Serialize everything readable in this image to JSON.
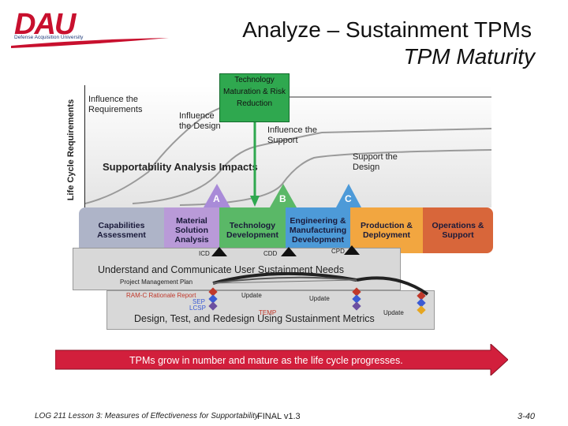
{
  "header": {
    "logo_text": "DAU",
    "logo_subtext": "Defense Acquisition University",
    "title": "Analyze – Sustainment TPMs",
    "subtitle": "TPM Maturity"
  },
  "diagram": {
    "y_axis_label": "Life Cycle Requirements",
    "curve_labels": {
      "influence_requirements": "Influence the Requirements",
      "influence_design": "Influence the Design",
      "influence_support": "Influence the Support",
      "support_design": "Support the Design"
    },
    "impacts_label": "Supportability Analysis Impacts",
    "tech_maturation_box": "Technology Maturation & Risk Reduction",
    "milestones": [
      "A",
      "B",
      "C"
    ],
    "phases": [
      {
        "label": "Capabilities Assessment",
        "color": "#aeb4c8"
      },
      {
        "label": "Material Solution Analysis",
        "color": "#b99ad8"
      },
      {
        "label": "Technology Development",
        "color": "#5ab867"
      },
      {
        "label": "Engineering & Manufacturing Development",
        "color": "#4d9ad8"
      },
      {
        "label": "Production & Deployment",
        "color": "#f2a640"
      },
      {
        "label": "Operations & Support",
        "color": "#d8663a"
      }
    ],
    "documents": {
      "icd": "ICD",
      "cdd": "CDD",
      "cpd": "CPD"
    },
    "needs_text": "Understand and Communicate User Sustainment Needs",
    "pmp_label": "Project Management Plan",
    "doc_list": [
      "RAM-C Rationale Report",
      "SEP",
      "LCSP"
    ],
    "update_1": "Update",
    "update_2": "Update",
    "update_3": "Update",
    "temp_label": "TEMP",
    "design_text": "Design, Test, and Redesign Using Sustainment Metrics",
    "arrow_text": "TPMs grow in number and mature as the life cycle progresses."
  },
  "footer": {
    "course": "LOG 211 Lesson 3: Measures of Effectiveness for Supportability",
    "version": "FINAL v1.3",
    "page": "3-40"
  }
}
